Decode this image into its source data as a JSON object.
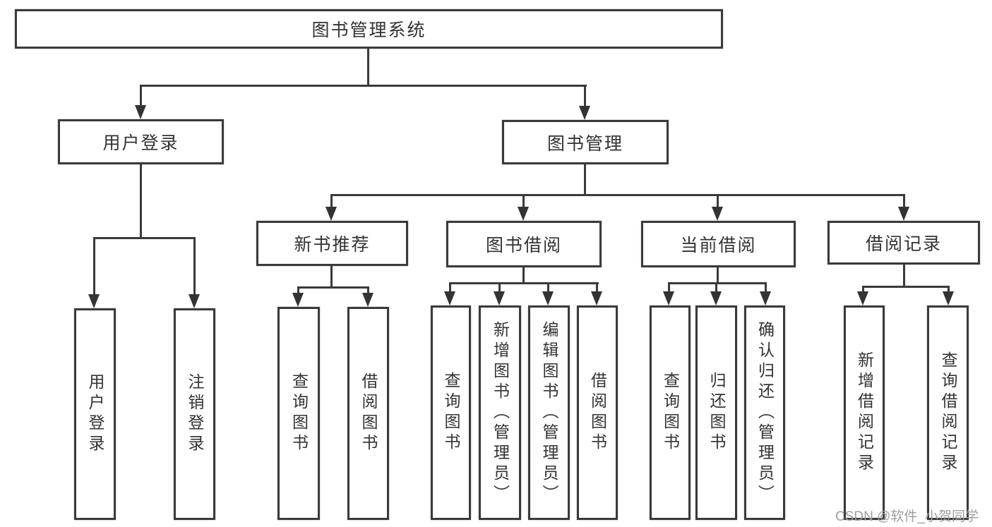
{
  "diagram": {
    "root": {
      "label": "图书管理系统",
      "children": [
        {
          "label": "用户登录",
          "children": [
            {
              "label": "用户登录"
            },
            {
              "label": "注销登录"
            }
          ]
        },
        {
          "label": "图书管理",
          "children": [
            {
              "label": "新书推荐",
              "children": [
                {
                  "label": "查询图书"
                },
                {
                  "label": "借阅图书"
                }
              ]
            },
            {
              "label": "图书借阅",
              "children": [
                {
                  "label": "查询图书"
                },
                {
                  "label": "新增图书（管理员）"
                },
                {
                  "label": "编辑图书（管理员）"
                },
                {
                  "label": "借阅图书"
                }
              ]
            },
            {
              "label": "当前借阅",
              "children": [
                {
                  "label": "查询图书"
                },
                {
                  "label": "归还图书"
                },
                {
                  "label": "确认归还（管理员）"
                }
              ]
            },
            {
              "label": "借阅记录",
              "children": [
                {
                  "label": "新增借阅记录"
                },
                {
                  "label": "查询借阅记录"
                }
              ]
            }
          ]
        }
      ]
    }
  },
  "watermark": {
    "text": "CSDN @软件_小贺同学",
    "color": "#9e9e9e"
  },
  "palette": {
    "line_color": "#3a3a3a",
    "text_color": "#333333",
    "background": "#ffffff"
  }
}
